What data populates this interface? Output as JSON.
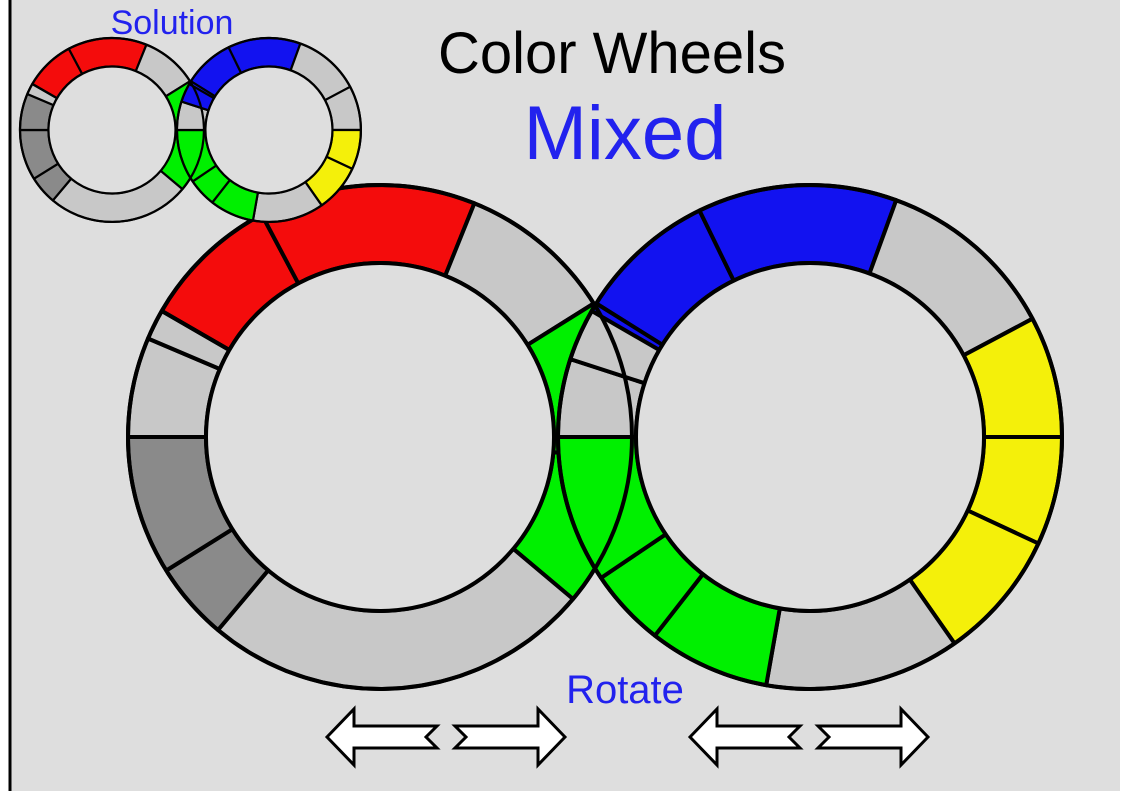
{
  "title": "Color Wheels",
  "status": "Mixed",
  "solution_label": "Solution",
  "rotate_label": "Rotate",
  "colors": {
    "background": "#dedede",
    "title": "#000000",
    "accent": "#2222ee",
    "red": "#f40c0c",
    "blue": "#1212f0",
    "green": "#00f000",
    "yellow": "#f4f00a",
    "gray": "#c8c8c8",
    "dark": "#8a8a8a"
  },
  "wheels": {
    "left": [
      "red",
      "red",
      "gray",
      "green",
      "green",
      "gray",
      "dark",
      "dark",
      "gray",
      "gray",
      "red"
    ],
    "right": [
      "blue",
      "blue",
      "gray",
      "yellow",
      "yellow",
      "yellow",
      "gray",
      "green",
      "green",
      "green",
      "gray",
      "gray",
      "blue"
    ]
  },
  "solution": {
    "left": [
      "red",
      "red",
      "gray",
      "green",
      "green",
      "gray",
      "dark",
      "dark",
      "dark",
      "gray",
      "red"
    ],
    "right": [
      "blue",
      "blue",
      "gray",
      "gray",
      "yellow",
      "yellow",
      "gray",
      "green",
      "green",
      "green",
      "gray",
      "blue",
      "blue"
    ]
  },
  "controls": [
    {
      "wheel": "left",
      "direction": "counterclockwise",
      "icon": "left-arrow-icon"
    },
    {
      "wheel": "left",
      "direction": "clockwise",
      "icon": "right-arrow-icon"
    },
    {
      "wheel": "right",
      "direction": "counterclockwise",
      "icon": "left-arrow-icon"
    },
    {
      "wheel": "right",
      "direction": "clockwise",
      "icon": "right-arrow-icon"
    }
  ]
}
